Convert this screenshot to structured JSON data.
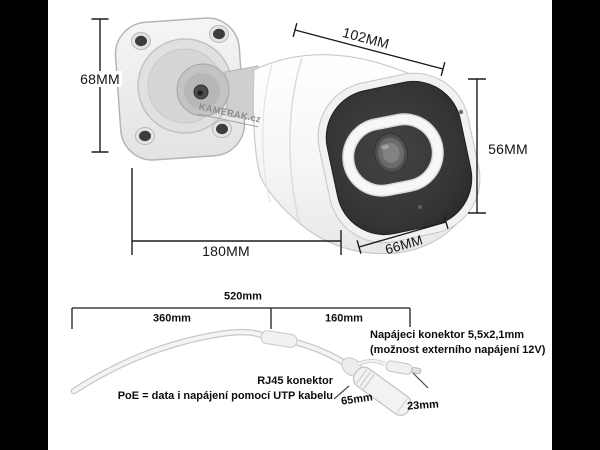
{
  "meta": {
    "background_color": "#ffffff",
    "letterbox_color": "#000000",
    "dimension_line_color": "#1c1c1c",
    "camera_body_color": "#f5f5f5",
    "camera_face_color": "#313131"
  },
  "logo": {
    "text": "KAMERAK.cz"
  },
  "camera_dimensions": {
    "mount_height": "68MM",
    "body_top_length": "102MM",
    "front_height": "56MM",
    "total_length": "180MM",
    "front_width": "66MM"
  },
  "cable_dimensions": {
    "total_length": "520mm",
    "cable_segment": "360mm",
    "pigtail_segment": "160mm",
    "rj45_connector_length": "65mm",
    "power_connector_length": "23mm"
  },
  "annotations": {
    "power_connector_line1": "Napájeci konektor 5,5x2,1mm",
    "power_connector_line2": "(možnost externího napájení 12V)",
    "rj45_line1": "RJ45 konektor",
    "rj45_line2": "PoE = data i napájení pomocí UTP kabelu"
  }
}
